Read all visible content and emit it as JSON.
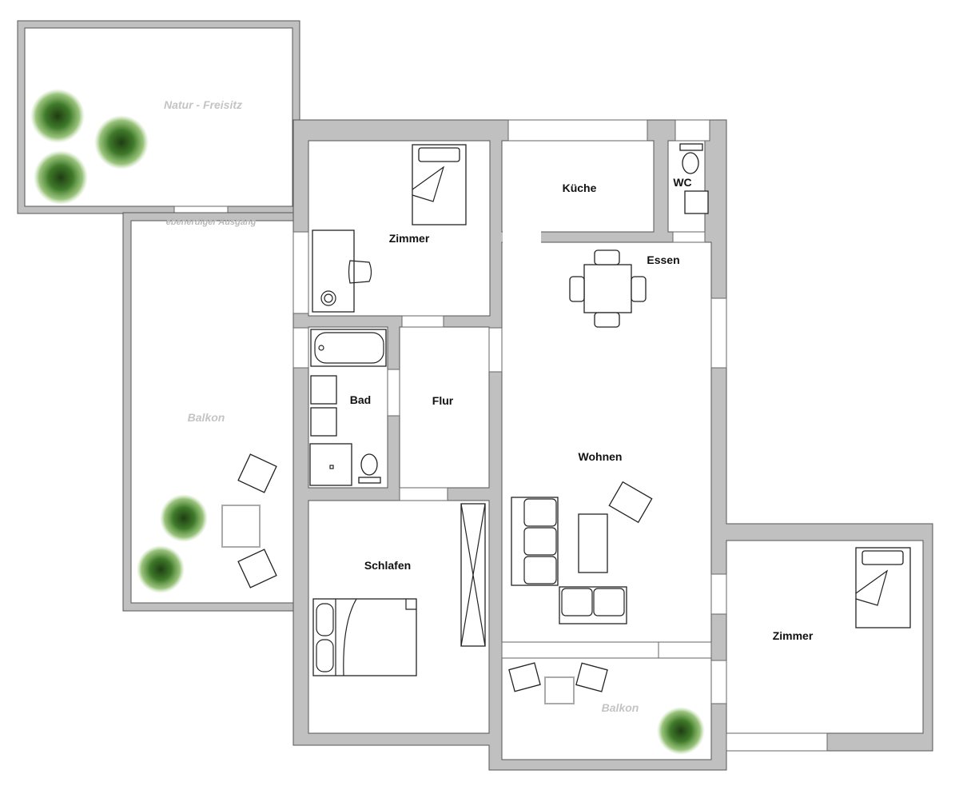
{
  "title": "Grundriss Wohnung",
  "rooms": {
    "natur_freisitz": "Natur - Freisitz",
    "ausgang": "ebenerdiger Ausgang",
    "balkon_left": "Balkon",
    "zimmer_top": "Zimmer",
    "kueche": "Küche",
    "wc": "WC",
    "essen": "Essen",
    "bad": "Bad",
    "flur": "Flur",
    "wohnen": "Wohnen",
    "schlafen": "Schlafen",
    "balkon_bottom": "Balkon",
    "zimmer_right": "Zimmer"
  },
  "colors": {
    "wall": "#c0c0c0",
    "tree": "#3f7a2a",
    "outdoor_label": "#c4c4c4"
  }
}
